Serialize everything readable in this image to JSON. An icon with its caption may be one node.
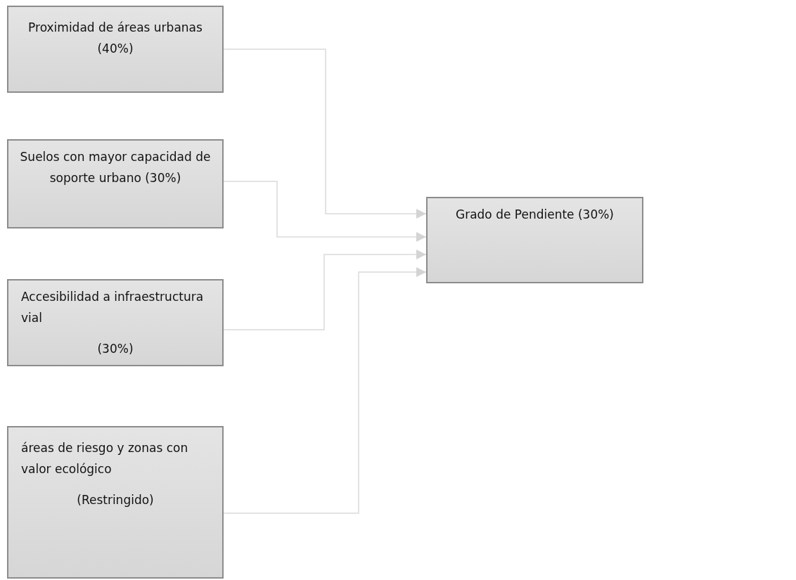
{
  "diagram": {
    "nodes": [
      {
        "text": [
          "Proximidad de áreas urbanas (40%)"
        ]
      },
      {
        "text": [
          "Suelos con mayor capacidad de soporte urbano (30%)"
        ]
      },
      {
        "text": [
          "Accesibilidad a infraestructura vial",
          "(30%)"
        ]
      },
      {
        "text": [
          "áreas de riesgo y zonas con valor ecológico",
          "(Restringido)"
        ]
      },
      {
        "text": [
          "Grado de Pendiente (30%)"
        ]
      }
    ],
    "edges": [
      {
        "from": 0,
        "to": 4,
        "arrow": "to"
      },
      {
        "from": 1,
        "to": 4,
        "arrow": "to"
      },
      {
        "from": 2,
        "to": 4,
        "arrow": "to"
      },
      {
        "from": 3,
        "to": 4,
        "arrow": "to"
      }
    ]
  }
}
